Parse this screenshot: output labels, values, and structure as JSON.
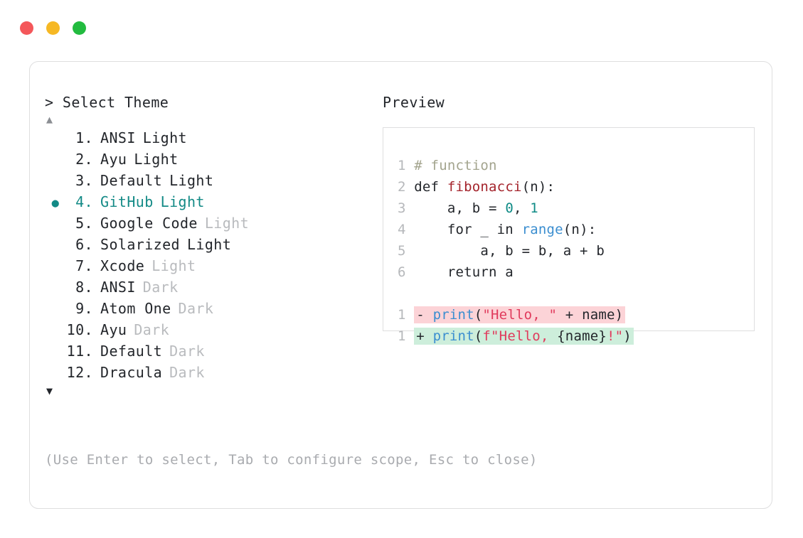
{
  "window": {
    "dots": [
      {
        "name": "close-dot",
        "color": "#f4575a"
      },
      {
        "name": "minimize-dot",
        "color": "#f6b824"
      },
      {
        "name": "maximize-dot",
        "color": "#22bb3f"
      }
    ]
  },
  "selector": {
    "prompt_symbol": ">",
    "title": "Select Theme",
    "scroll_up_icon": "▲",
    "scroll_down_icon": "▼",
    "selected_index": 4,
    "items": [
      {
        "index": "1.",
        "name": "ANSI",
        "variant": "Light",
        "variant_muted": false,
        "selected": false,
        "bullet": ""
      },
      {
        "index": "2.",
        "name": "Ayu",
        "variant": "Light",
        "variant_muted": false,
        "selected": false,
        "bullet": ""
      },
      {
        "index": "3.",
        "name": "Default",
        "variant": "Light",
        "variant_muted": false,
        "selected": false,
        "bullet": ""
      },
      {
        "index": "4.",
        "name": "GitHub",
        "variant": "Light",
        "variant_muted": false,
        "selected": true,
        "bullet": "●"
      },
      {
        "index": "5.",
        "name": "Google Code",
        "variant": "Light",
        "variant_muted": true,
        "selected": false,
        "bullet": ""
      },
      {
        "index": "6.",
        "name": "Solarized",
        "variant": "Light",
        "variant_muted": false,
        "selected": false,
        "bullet": ""
      },
      {
        "index": "7.",
        "name": "Xcode",
        "variant": "Light",
        "variant_muted": true,
        "selected": false,
        "bullet": ""
      },
      {
        "index": "8.",
        "name": "ANSI",
        "variant": "Dark",
        "variant_muted": true,
        "selected": false,
        "bullet": ""
      },
      {
        "index": "9.",
        "name": "Atom One",
        "variant": "Dark",
        "variant_muted": true,
        "selected": false,
        "bullet": ""
      },
      {
        "index": "10.",
        "name": "Ayu",
        "variant": "Dark",
        "variant_muted": true,
        "selected": false,
        "bullet": ""
      },
      {
        "index": "11.",
        "name": "Default",
        "variant": "Dark",
        "variant_muted": true,
        "selected": false,
        "bullet": ""
      },
      {
        "index": "12.",
        "name": "Dracula",
        "variant": "Dark",
        "variant_muted": true,
        "selected": false,
        "bullet": ""
      }
    ],
    "hint": "(Use Enter to select, Tab to configure scope, Esc to close)"
  },
  "preview": {
    "label": "Preview",
    "code_lines": [
      {
        "ln": "1",
        "tokens": [
          {
            "t": "# function",
            "c": "cmt"
          }
        ]
      },
      {
        "ln": "2",
        "tokens": [
          {
            "t": "def ",
            "c": "kw"
          },
          {
            "t": "fibonacci",
            "c": "fn"
          },
          {
            "t": "(n):",
            "c": "plain"
          }
        ]
      },
      {
        "ln": "3",
        "tokens": [
          {
            "t": "    a, b = ",
            "c": "plain"
          },
          {
            "t": "0",
            "c": "num"
          },
          {
            "t": ", ",
            "c": "plain"
          },
          {
            "t": "1",
            "c": "num"
          }
        ]
      },
      {
        "ln": "4",
        "tokens": [
          {
            "t": "    for _ in ",
            "c": "plain"
          },
          {
            "t": "range",
            "c": "bi"
          },
          {
            "t": "(n):",
            "c": "plain"
          }
        ]
      },
      {
        "ln": "5",
        "tokens": [
          {
            "t": "        a, b = b, a + b",
            "c": "plain"
          }
        ]
      },
      {
        "ln": "6",
        "tokens": [
          {
            "t": "    return a",
            "c": "plain"
          }
        ]
      }
    ],
    "diff_lines": [
      {
        "ln": "1",
        "marker": "-",
        "kind": "del",
        "tokens": [
          {
            "t": "print",
            "c": "call"
          },
          {
            "t": "(",
            "c": "plain"
          },
          {
            "t": "\"Hello, \"",
            "c": "str"
          },
          {
            "t": " + name)",
            "c": "plain"
          }
        ]
      },
      {
        "ln": "1",
        "marker": "+",
        "kind": "add",
        "tokens": [
          {
            "t": "print",
            "c": "call"
          },
          {
            "t": "(",
            "c": "plain"
          },
          {
            "t": "f\"Hello, ",
            "c": "str"
          },
          {
            "t": "{name}",
            "c": "plain"
          },
          {
            "t": "!\"",
            "c": "str"
          },
          {
            "t": ")",
            "c": "plain"
          }
        ]
      }
    ]
  },
  "colors": {
    "accent_teal": "#138a86",
    "muted_gray": "#b9bbbe",
    "text": "#23262b",
    "border": "#dededf",
    "diff_del_bg": "#fcd3d7",
    "diff_add_bg": "#cdeedb"
  }
}
